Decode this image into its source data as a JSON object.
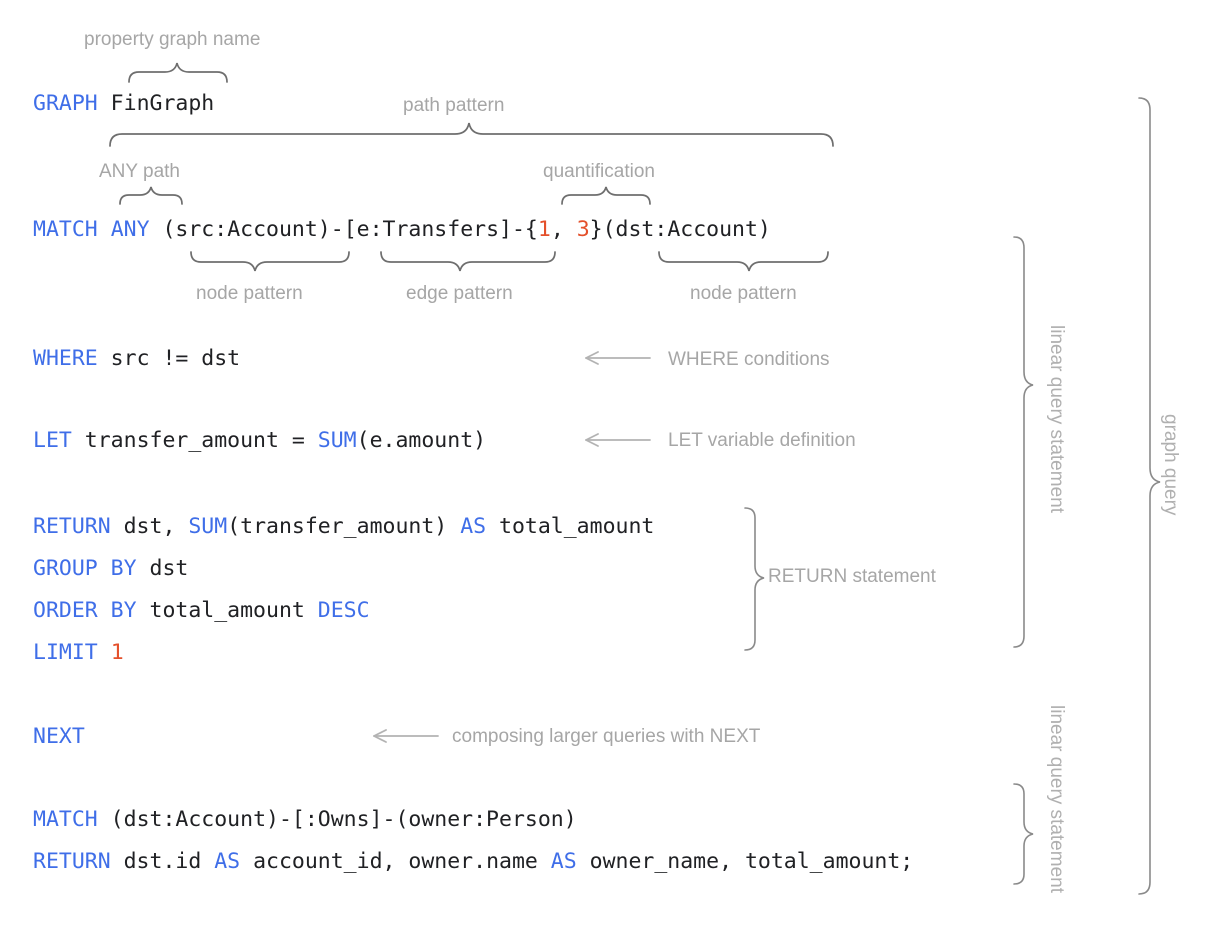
{
  "diagram": {
    "title": "GQL graph query annotated syntax diagram",
    "colors": {
      "keyword_blue": "#3f6ee8",
      "literal_orange": "#e4502b",
      "code_black": "#202124",
      "annotation_gray": "#a6a6a6",
      "brace_gray": "#6e6e6e"
    }
  },
  "code_lines": [
    {
      "id": "line-graph",
      "tokens": [
        {
          "text": "GRAPH",
          "type": "keyword"
        },
        {
          "text": " FinGraph",
          "type": "plain"
        }
      ]
    },
    {
      "id": "line-match",
      "tokens": [
        {
          "text": "MATCH",
          "type": "keyword"
        },
        {
          "text": " ",
          "type": "plain"
        },
        {
          "text": "ANY",
          "type": "keyword"
        },
        {
          "text": " (src:Account)-[e:Transfers]-{",
          "type": "plain"
        },
        {
          "text": "1",
          "type": "number"
        },
        {
          "text": ", ",
          "type": "plain"
        },
        {
          "text": "3",
          "type": "number"
        },
        {
          "text": "}(dst:Account)",
          "type": "plain"
        }
      ]
    },
    {
      "id": "line-where",
      "tokens": [
        {
          "text": "WHERE",
          "type": "keyword"
        },
        {
          "text": " src != dst",
          "type": "plain"
        }
      ]
    },
    {
      "id": "line-let",
      "tokens": [
        {
          "text": "LET",
          "type": "keyword"
        },
        {
          "text": " transfer_amount = ",
          "type": "plain"
        },
        {
          "text": "SUM",
          "type": "keyword"
        },
        {
          "text": "(e.amount)",
          "type": "plain"
        }
      ]
    },
    {
      "id": "line-return",
      "tokens": [
        {
          "text": "RETURN",
          "type": "keyword"
        },
        {
          "text": " dst, ",
          "type": "plain"
        },
        {
          "text": "SUM",
          "type": "keyword"
        },
        {
          "text": "(transfer_amount) ",
          "type": "plain"
        },
        {
          "text": "AS",
          "type": "keyword"
        },
        {
          "text": " total_amount",
          "type": "plain"
        }
      ]
    },
    {
      "id": "line-groupby",
      "tokens": [
        {
          "text": "GROUP BY",
          "type": "keyword"
        },
        {
          "text": " dst",
          "type": "plain"
        }
      ]
    },
    {
      "id": "line-orderby",
      "tokens": [
        {
          "text": "ORDER BY",
          "type": "keyword"
        },
        {
          "text": " total_amount ",
          "type": "plain"
        },
        {
          "text": "DESC",
          "type": "keyword"
        }
      ]
    },
    {
      "id": "line-limit",
      "tokens": [
        {
          "text": "LIMIT",
          "type": "keyword"
        },
        {
          "text": " ",
          "type": "plain"
        },
        {
          "text": "1",
          "type": "number"
        }
      ]
    },
    {
      "id": "line-next",
      "tokens": [
        {
          "text": "NEXT",
          "type": "keyword"
        }
      ]
    },
    {
      "id": "line-match2",
      "tokens": [
        {
          "text": "MATCH",
          "type": "keyword"
        },
        {
          "text": " (dst:Account)-[:Owns]-(owner:Person)",
          "type": "plain"
        }
      ]
    },
    {
      "id": "line-return2",
      "tokens": [
        {
          "text": "RETURN",
          "type": "keyword"
        },
        {
          "text": " dst.id ",
          "type": "plain"
        },
        {
          "text": "AS",
          "type": "keyword"
        },
        {
          "text": " account_id, owner.name ",
          "type": "plain"
        },
        {
          "text": "AS",
          "type": "keyword"
        },
        {
          "text": " owner_name, total_amount;",
          "type": "plain"
        }
      ]
    }
  ],
  "annotations": {
    "property_graph_name": "property graph name",
    "path_pattern": "path pattern",
    "any_path": "ANY path",
    "quantification": "quantification",
    "node_pattern_left": "node pattern",
    "edge_pattern": "edge pattern",
    "node_pattern_right": "node pattern",
    "where_conditions": "WHERE conditions",
    "let_variable_definition": "LET variable definition",
    "return_statement": "RETURN statement",
    "composing_with_next": "composing larger queries with NEXT",
    "linear_query_statement_1": "linear query statement",
    "linear_query_statement_2": "linear query statement",
    "graph_query": "graph query"
  }
}
